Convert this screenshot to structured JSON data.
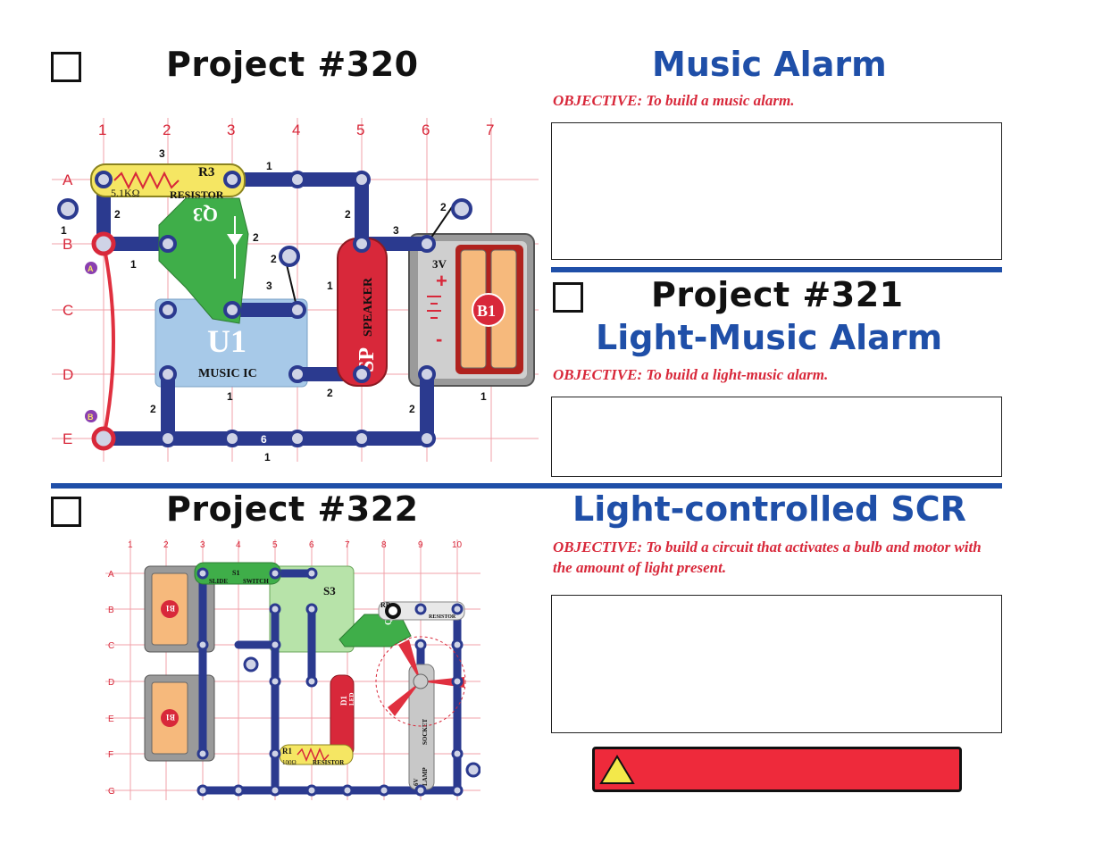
{
  "project320": {
    "title": "Project #320",
    "subtitle": "Music Alarm",
    "objective": "OBJECTIVE:  To build a music alarm."
  },
  "project321": {
    "title": "Project #321",
    "subtitle": "Light-Music Alarm",
    "objective": "OBJECTIVE:  To build a light-music alarm."
  },
  "project322": {
    "title": "Project #322",
    "subtitle": "Light-controlled SCR",
    "objective": "OBJECTIVE:  To build a circuit that activates a bulb and motor with the amount of light present."
  },
  "diagram1": {
    "cols": [
      "1",
      "2",
      "3",
      "4",
      "5",
      "6",
      "7"
    ],
    "rows": [
      "A",
      "B",
      "C",
      "D",
      "E"
    ],
    "r3_label": "R3",
    "r3_value": "5.1KΩ",
    "r3_text": "RESISTOR",
    "q3_label": "Q3",
    "u1_label": "U1",
    "u1_text": "MUSIC IC",
    "sp_label": "SP",
    "sp_text": "SPEAKER",
    "b1_label": "B1",
    "b1_voltage": "3V",
    "point_a": "A",
    "point_b": "B",
    "n1": "1",
    "n2": "2",
    "n3": "3",
    "n6": "6"
  },
  "diagram2": {
    "cols": [
      "1",
      "2",
      "3",
      "4",
      "5",
      "6",
      "7",
      "8",
      "9",
      "10"
    ],
    "rows": [
      "A",
      "B",
      "C",
      "D",
      "E",
      "F",
      "G"
    ],
    "s1_text": "SLIDE",
    "s1_text2": "SWITCH",
    "s1_label": "S1",
    "s3_label": "S3",
    "b1_label": "B1",
    "q3_label": "Q3",
    "rp_label": "RP",
    "rp_text": "RESISTOR",
    "d1_label": "D1",
    "d1_text": "LED",
    "r1_label": "R1",
    "r1_value": "100Ω",
    "r1_text": "RESISTOR",
    "lamp_text": "LAMP",
    "socket_text": "SOCKET",
    "v6": "6V"
  },
  "colors": {
    "blue": "#1f4fa8",
    "red": "#d8283a",
    "warning": "#ee2a3b",
    "wire": "#2b3a8f"
  }
}
